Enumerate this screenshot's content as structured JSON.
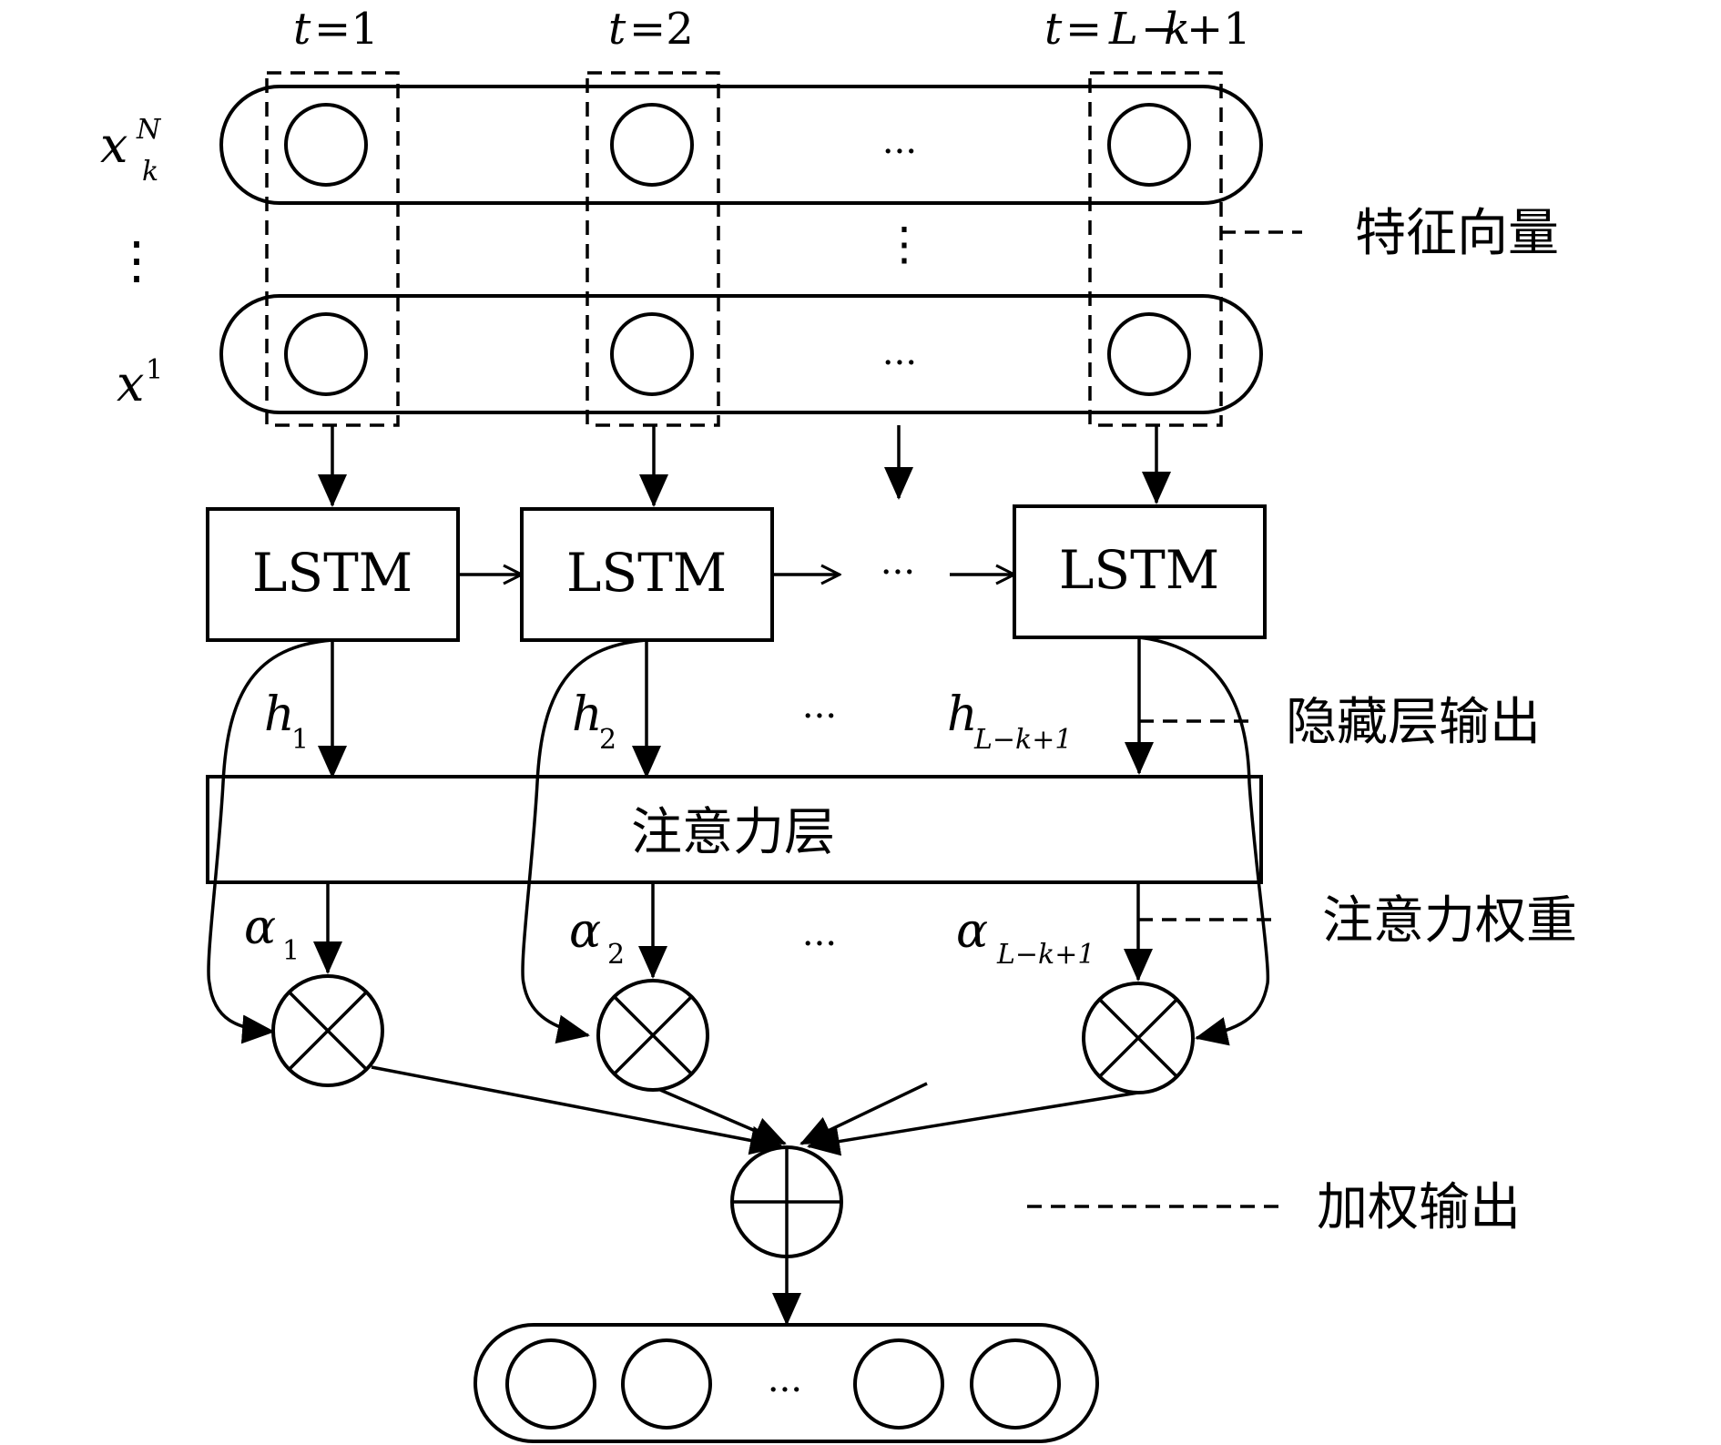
{
  "timesteps": {
    "t1": {
      "t": "t",
      "eq": "=1"
    },
    "t2": {
      "t": "t",
      "eq": "=2"
    },
    "tn": {
      "t": "t",
      "eq": "=",
      "L": "L",
      "minus": "−",
      "k": "k",
      "plus": "+1"
    }
  },
  "row_labels": {
    "xkN": {
      "base": "x",
      "sup": "N",
      "sub": "k"
    },
    "x1": {
      "base": "x",
      "sup": "1"
    },
    "vdots": "⋮"
  },
  "lstm": {
    "box1": "LSTM",
    "box2": "LSTM",
    "box3": "LSTM"
  },
  "hidden": {
    "h1": {
      "base": "h",
      "sub": "1"
    },
    "h2": {
      "base": "h",
      "sub": "2"
    },
    "hn": {
      "base": "h",
      "sub": "L−k+1"
    }
  },
  "attention_layer": "注意力层",
  "weights": {
    "a1": {
      "base": "α",
      "sub": "1"
    },
    "a2": {
      "base": "α",
      "sub": "2"
    },
    "an": {
      "base": "α",
      "sub": "L−k+1"
    }
  },
  "ellipsis": "···",
  "annotations": {
    "feature_vector": "特征向量",
    "hidden_output": "隐藏层输出",
    "attention_weight": "注意力权重",
    "weighted_output": "加权输出"
  }
}
